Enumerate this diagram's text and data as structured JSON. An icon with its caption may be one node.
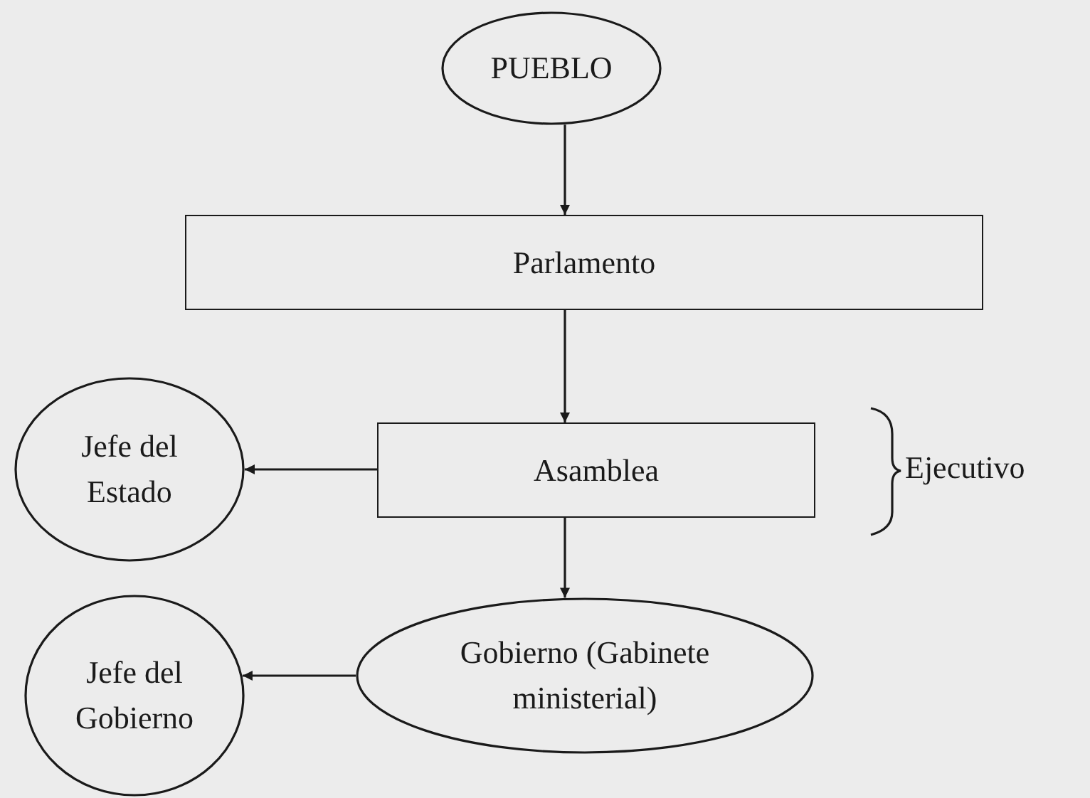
{
  "diagram": {
    "nodes": [
      {
        "text": [
          "PUEBLO"
        ]
      },
      {
        "text": [
          "Parlamento"
        ]
      },
      {
        "text": [
          "Jefe del Estado"
        ]
      },
      {
        "text": [
          "Asamblea"
        ]
      },
      {
        "text": [
          "Gobierno (Gabinete ministerial)"
        ]
      },
      {
        "text": [
          "Jefe del Gobierno"
        ]
      }
    ],
    "edges": [
      {
        "from": 0,
        "to": 1,
        "arrow": "to"
      },
      {
        "from": 1,
        "to": 3,
        "arrow": "to"
      },
      {
        "from": 3,
        "to": 2,
        "arrow": "to"
      },
      {
        "from": 3,
        "to": 4,
        "arrow": "to"
      },
      {
        "from": 4,
        "to": 5,
        "arrow": "to"
      }
    ],
    "labels": [
      "Ejecutivo"
    ]
  }
}
